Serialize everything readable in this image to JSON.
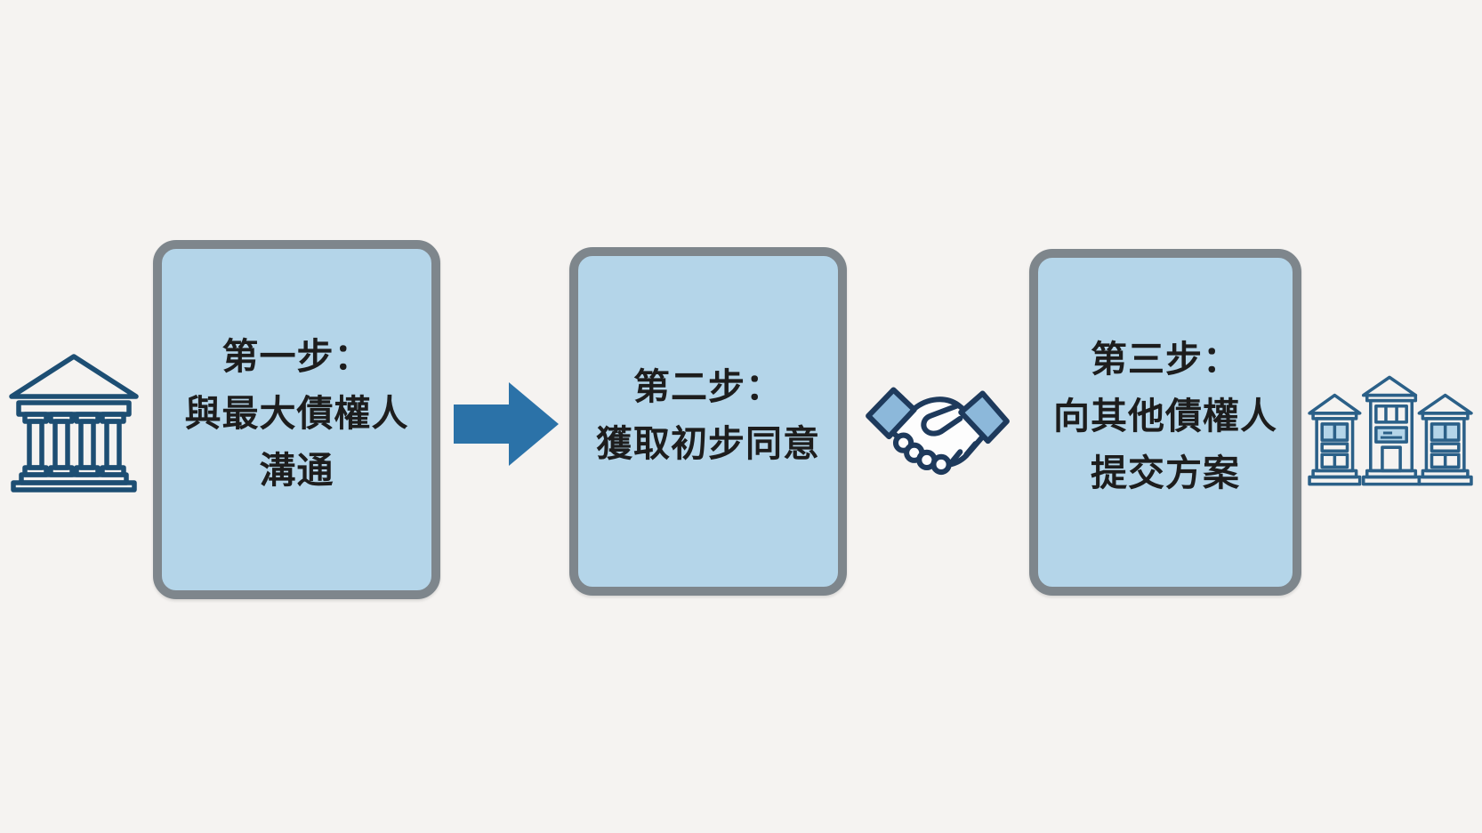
{
  "colors": {
    "background": "#f5f3f1",
    "box_fill": "#b4d5e9",
    "box_border": "#7e868c",
    "text": "#1d1d1d",
    "arrow": "#2b72a8",
    "bank_outline": "#1d4e73",
    "buildings_outline": "#2b6088",
    "handshake_outline": "#1e3a5c",
    "handshake_cuff": "#8cb8da"
  },
  "steps": [
    {
      "lines": [
        "第一步：",
        "與最大債權人",
        "溝通"
      ]
    },
    {
      "lines": [
        "第二步：",
        "獲取初步同意"
      ]
    },
    {
      "lines": [
        "第三步：",
        "向其他債權人",
        "提交方案"
      ]
    }
  ],
  "icons": {
    "left": "bank-building-icon",
    "connector_1": "arrow-right-icon",
    "connector_2": "handshake-icon",
    "right": "three-bank-buildings-icon"
  }
}
